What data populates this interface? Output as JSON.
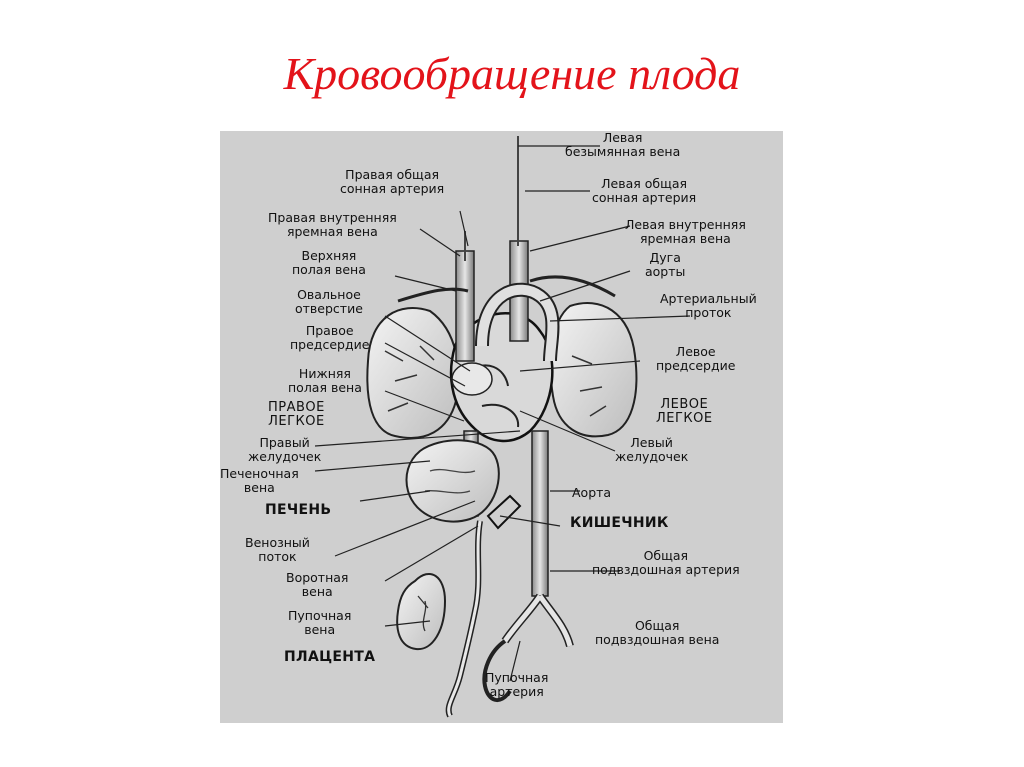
{
  "title": "Кровообращение плода",
  "labels": {
    "left_innominate_vein": "Левая\nбезымянная вена",
    "right_common_carotid": "Правая общая\nсонная артерия",
    "left_common_carotid": "Левая общая\nсонная артерия",
    "right_internal_jugular": "Правая внутренняя\nяремная вена",
    "left_internal_jugular": "Левая внутренняя\nяремная вена",
    "superior_vena_cava": "Верхняя\nполая вена",
    "aortic_arch": "Дуга\nаорты",
    "foramen_ovale": "Овальное\nотверстие",
    "ductus_arteriosus": "Артериальный\nпроток",
    "right_atrium": "Правое\nпредсердие",
    "left_atrium": "Левое\nпредсердие",
    "inferior_vena_cava": "Нижняя\nполая вена",
    "right_lung": "ПРАВОЕ\nЛЕГКОЕ",
    "left_lung": "ЛЕВОЕ\nЛЕГКОЕ",
    "right_ventricle": "Правый\nжелудочек",
    "left_ventricle": "Левый\nжелудочек",
    "hepatic_vein": "Печеночная\nвена",
    "aorta": "Аорта",
    "liver": "ПЕЧЕНЬ",
    "intestine": "КИШЕЧНИК",
    "ductus_venosus": "Венозный\nпоток",
    "common_iliac_artery": "Общая\nподвздошная артерия",
    "portal_vein": "Воротная\nвена",
    "umbilical_vein": "Пупочная\nвена",
    "common_iliac_vein": "Общая\nподвздошная вена",
    "placenta": "ПЛАЦЕНТА",
    "umbilical_artery": "Пупочная\nартерия"
  }
}
